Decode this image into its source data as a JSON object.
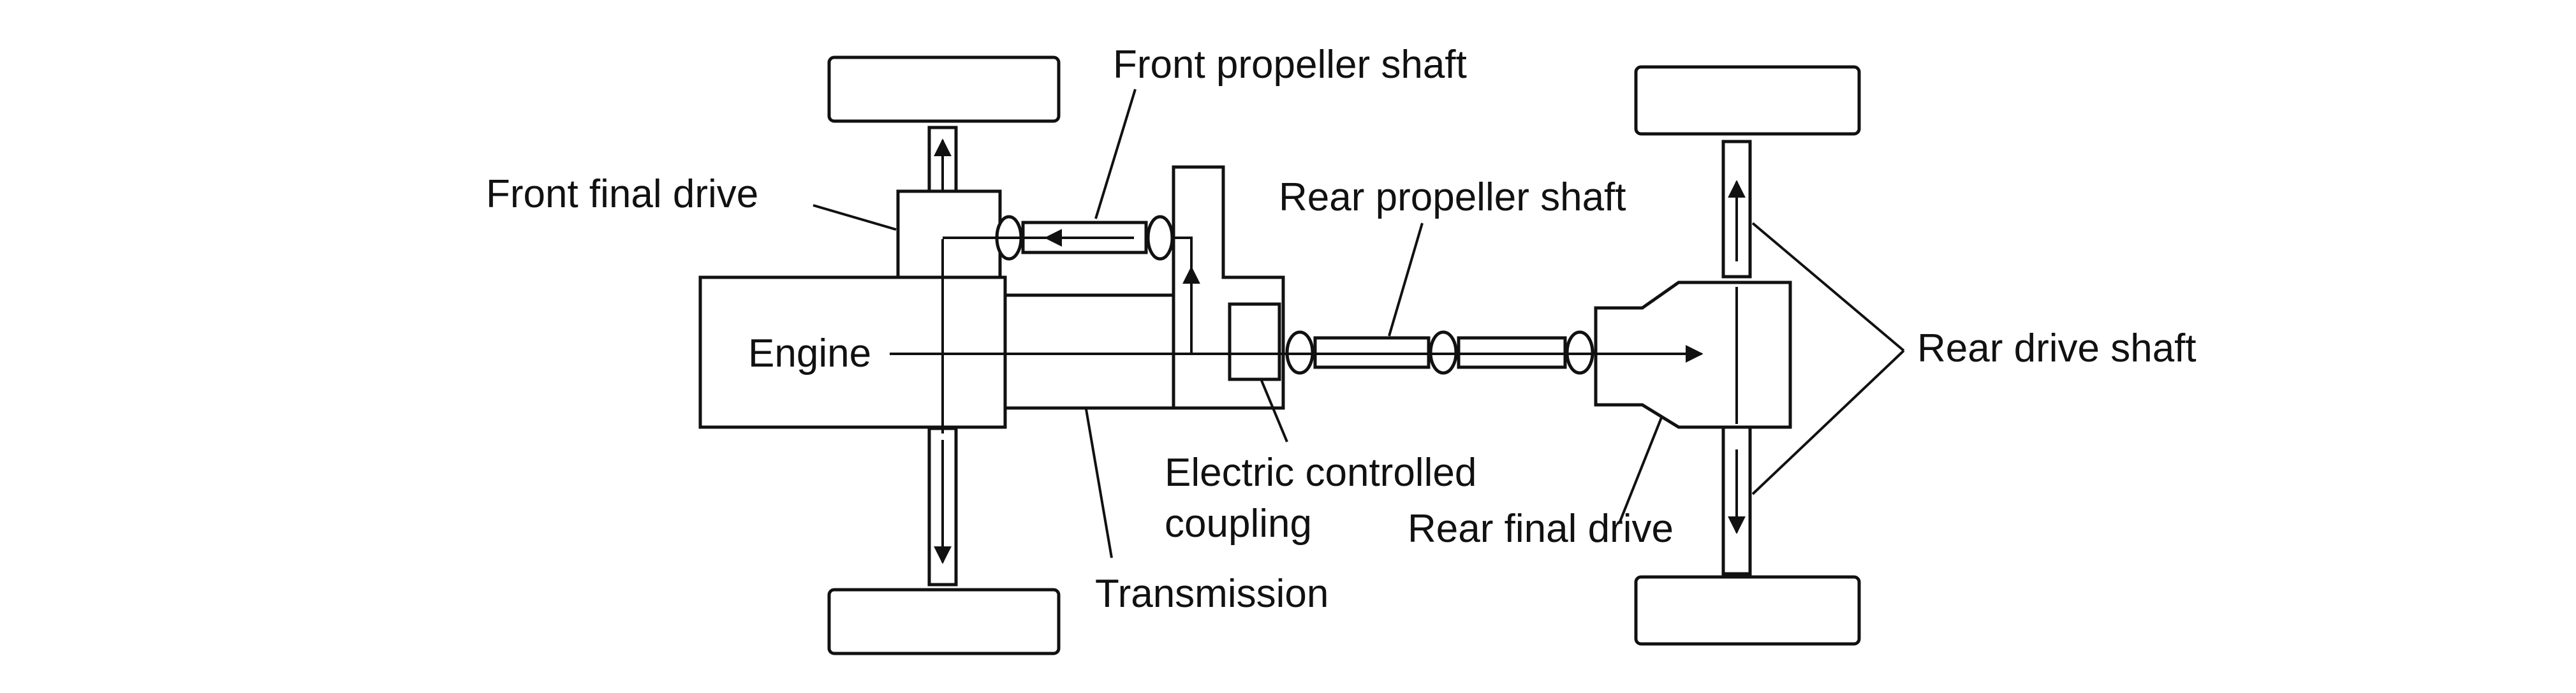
{
  "diagram": {
    "labels": {
      "front_propeller_shaft": "Front propeller shaft",
      "front_final_drive": "Front final drive",
      "rear_propeller_shaft": "Rear propeller shaft",
      "engine": "Engine",
      "rear_drive_shaft": "Rear drive shaft",
      "electric_controlled_line1": "Electric controlled",
      "electric_controlled_line2": "coupling",
      "rear_final_drive": "Rear final drive",
      "transmission": "Transmission"
    },
    "colors": {
      "line": "#111111",
      "background": "#ffffff"
    }
  }
}
